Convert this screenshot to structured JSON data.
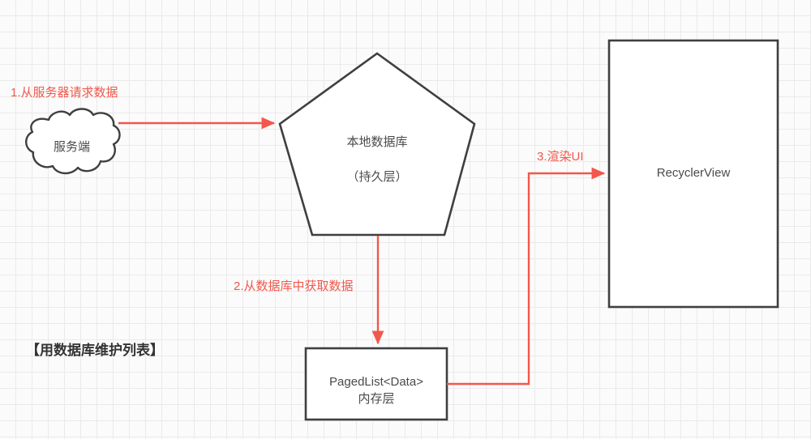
{
  "diagram": {
    "note": "【用数据库维护列表】",
    "colors": {
      "accent_red": "#f2574b",
      "shape_stroke": "#3f3f3f",
      "shape_fill": "#ffffff",
      "text": "#4a4a4a",
      "grid_line": "#eaeaea",
      "background": "#fbfbfb"
    },
    "nodes": {
      "server": {
        "label": "服务端",
        "shape": "cloud"
      },
      "local_database": {
        "label_line1": "本地数据库",
        "label_line2": "（持久层）",
        "shape": "pentagon"
      },
      "paged_list": {
        "label_line1": "PagedList<Data>",
        "label_line2": "内存层",
        "shape": "rectangle"
      },
      "recycler_view": {
        "label": "RecyclerView",
        "shape": "rectangle"
      }
    },
    "edges": [
      {
        "id": "edge-1",
        "label": "1.从服务器请求数据",
        "from": "server",
        "to": "local_database"
      },
      {
        "id": "edge-2",
        "label": "2.从数据库中获取数据",
        "from": "local_database",
        "to": "paged_list"
      },
      {
        "id": "edge-3",
        "label": "3.渲染UI",
        "from": "paged_list",
        "to": "recycler_view"
      }
    ]
  }
}
